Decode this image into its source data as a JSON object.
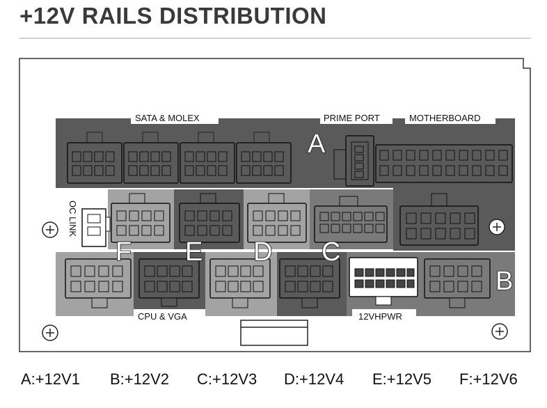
{
  "title": "+12V RAILS DISTRIBUTION",
  "labels": {
    "sata_molex": "SATA & MOLEX",
    "prime_port": "PRIME PORT",
    "motherboard": "MOTHERBOARD",
    "oc_link": "OC LINK",
    "cpu_vga": "CPU & VGA",
    "hpwr": "12VHPWR"
  },
  "rail_letters": {
    "a": "A",
    "b": "B",
    "c": "C",
    "d": "D",
    "e": "E",
    "f": "F"
  },
  "legend": [
    "A:+12V1",
    "B:+12V2",
    "C:+12V3",
    "D:+12V4",
    "E:+12V5",
    "F:+12V6"
  ],
  "colors": {
    "dark": "#5a5a5a",
    "mid": "#7a7a7a",
    "light": "#a3a3a3",
    "outline": "#222222"
  }
}
